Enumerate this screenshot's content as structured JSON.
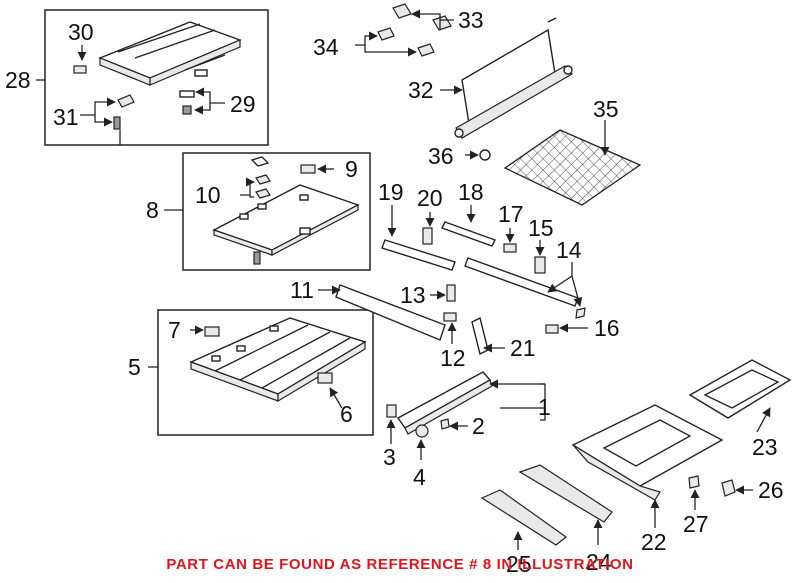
{
  "callouts": {
    "c1": "1",
    "c2": "2",
    "c3": "3",
    "c4": "4",
    "c5": "5",
    "c6": "6",
    "c7": "7",
    "c8": "8",
    "c9": "9",
    "c10": "10",
    "c11": "11",
    "c12": "12",
    "c13": "13",
    "c14": "14",
    "c15": "15",
    "c16": "16",
    "c17": "17",
    "c18": "18",
    "c19": "19",
    "c20": "20",
    "c21": "21",
    "c22": "22",
    "c23": "23",
    "c24": "24",
    "c25": "25",
    "c26": "26",
    "c27": "27",
    "c28": "28",
    "c29": "29",
    "c30": "30",
    "c31": "31",
    "c32": "32",
    "c33": "33",
    "c34": "34",
    "c35": "35",
    "c36": "36"
  },
  "reference_note": "PART CAN BE FOUND AS REFERENCE # 8 IN ILLUSTRATION",
  "colors": {
    "note": "#e2141c",
    "line": "#222222"
  }
}
